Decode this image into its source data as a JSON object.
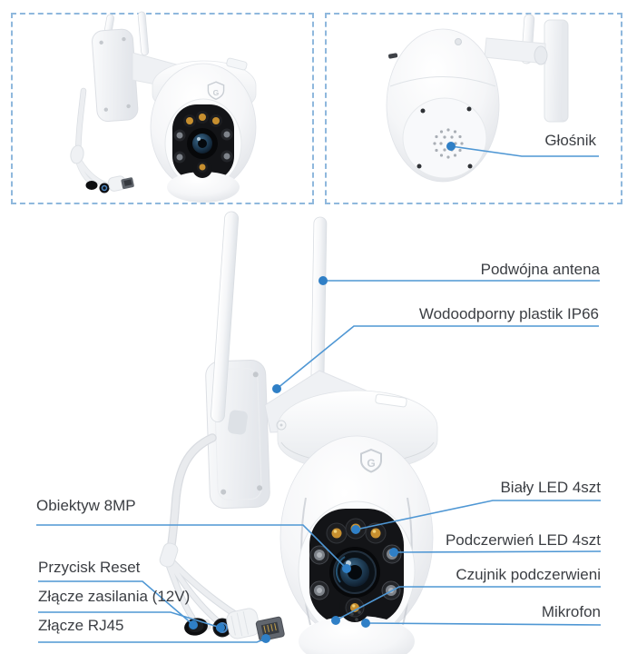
{
  "annotations": {
    "speaker": {
      "label": "Głośnik"
    },
    "double_antenna": {
      "label": "Podwójna antena"
    },
    "waterproof": {
      "label": "Wodoodporny plastik IP66"
    },
    "lens": {
      "label": "Obiektyw 8MP"
    },
    "white_led": {
      "label": "Biały LED 4szt"
    },
    "ir_led": {
      "label": "Podczerwień LED 4szt"
    },
    "ir_sensor": {
      "label": "Czujnik podczerwieni"
    },
    "reset_button": {
      "label": "Przycisk Reset"
    },
    "power_connector": {
      "label": "Złącze zasilania (12V)"
    },
    "rj45_connector": {
      "label": "Złącze RJ45"
    },
    "microphone": {
      "label": "Mikrofon"
    }
  },
  "brand": {
    "logo_letter": "G"
  },
  "colors": {
    "callout_line": "#4f97d4",
    "callout_dot": "#2f7fc6",
    "label_text": "#3b3e43",
    "dashed_border": "#8fb8dd"
  }
}
